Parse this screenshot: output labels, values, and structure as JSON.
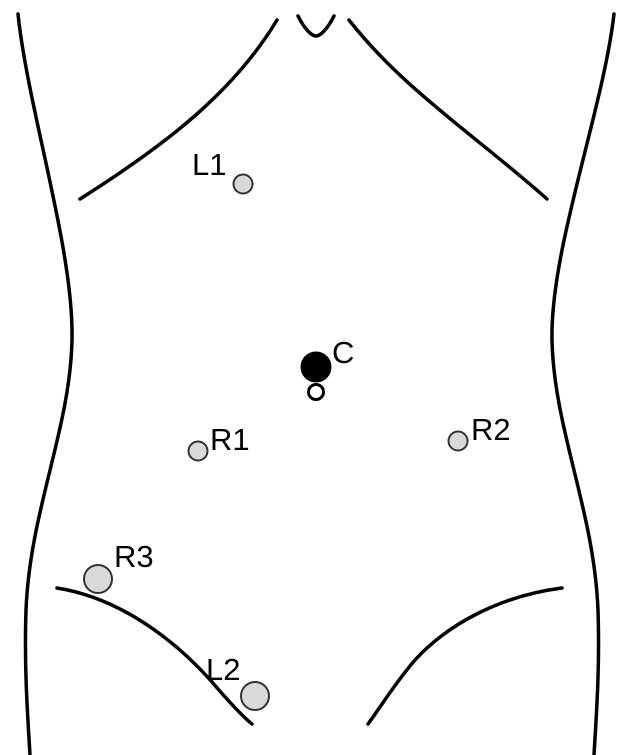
{
  "diagram": {
    "colors": {
      "outline": "#000000",
      "port_fill": "#d9d9d9",
      "port_stroke": "#333333",
      "camera_fill": "#000000",
      "camera_secondary_fill": "#ffffff"
    },
    "ports": {
      "L1": {
        "label": "L1"
      },
      "R1": {
        "label": "R1"
      },
      "R2": {
        "label": "R2"
      },
      "R3": {
        "label": "R3"
      },
      "L2": {
        "label": "L2"
      }
    },
    "camera": {
      "label": "C"
    }
  }
}
